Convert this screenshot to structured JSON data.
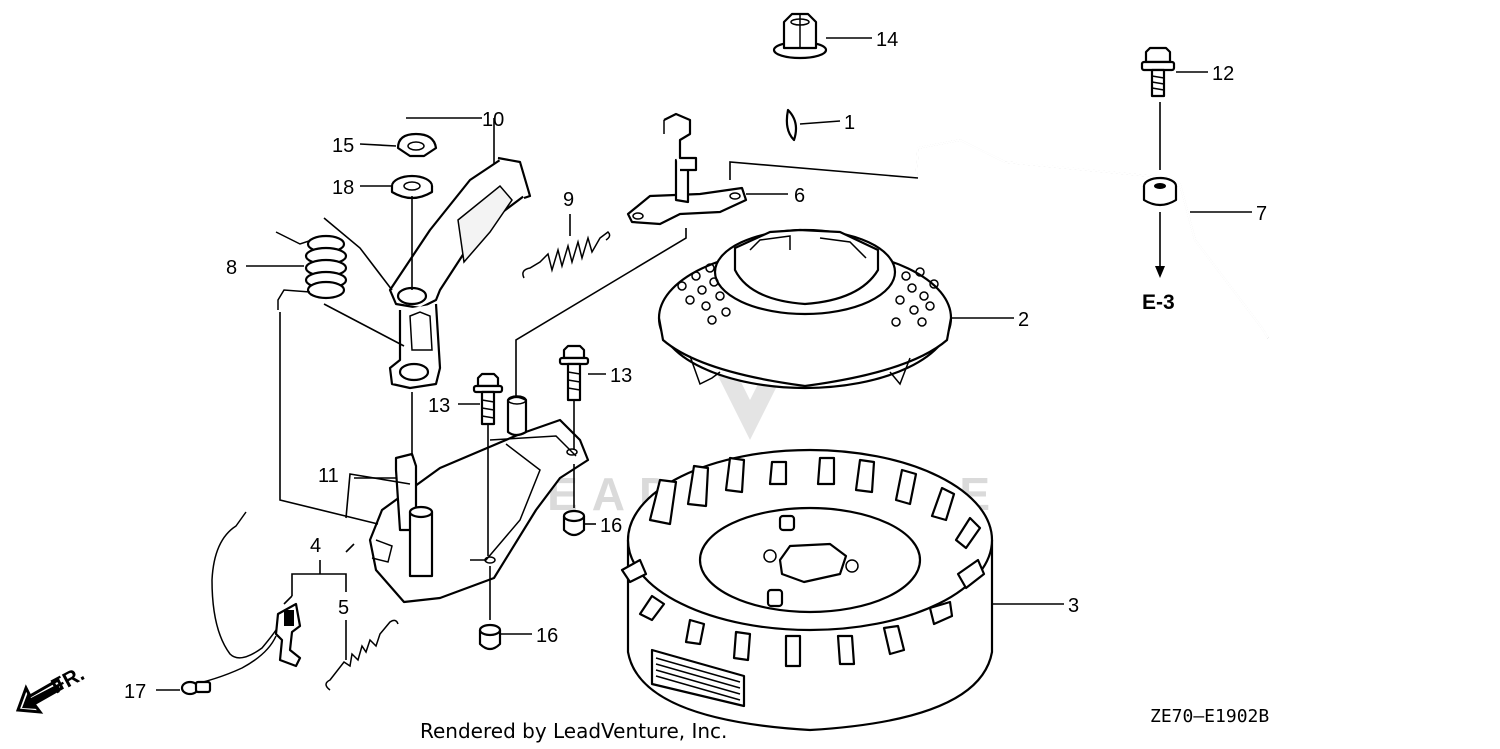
{
  "callouts": {
    "c1": "1",
    "c2": "2",
    "c3": "3",
    "c4": "4",
    "c5": "5",
    "c6": "6",
    "c7": "7",
    "c8": "8",
    "c9": "9",
    "c10": "10",
    "c11": "11",
    "c12": "12",
    "c13a": "13",
    "c13b": "13",
    "c14": "14",
    "c15": "15",
    "c16a": "16",
    "c16b": "16",
    "c17": "17",
    "c18": "18"
  },
  "section_ref": "E-3",
  "front_marker": "FR.",
  "diagram_code": "ZE70—E1902B",
  "credit": "Rendered by LeadVenture, Inc.",
  "watermark": "LEADVENTURE"
}
